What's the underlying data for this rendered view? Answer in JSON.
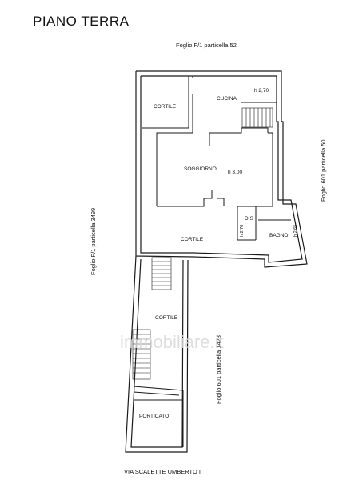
{
  "title": "PIANO TERRA",
  "neighbors": {
    "top": "Foglio F/1 particella 52",
    "right": "Foglio 601 particella 50",
    "left": "Foglio F/1 particella 3499",
    "lower_right": "Foglio 601 particella 1423"
  },
  "street": "VIA SCALETTE UMBERTO I",
  "rooms": {
    "cortile_top": "CORTILE",
    "cucina": "CUCINA",
    "cucina_height": "h 2,70",
    "soggiorno": "SOGGIORNO",
    "soggiorno_height": "h 3,00",
    "dis": "DIS",
    "dis_height": "h 2,70",
    "bagno": "BAGNO",
    "bagno_height": "h 2,65",
    "cortile_mid": "CORTILE",
    "cortile_lower": "CORTILE",
    "porticato": "PORTICATO"
  },
  "watermark": "immobiliare.it"
}
